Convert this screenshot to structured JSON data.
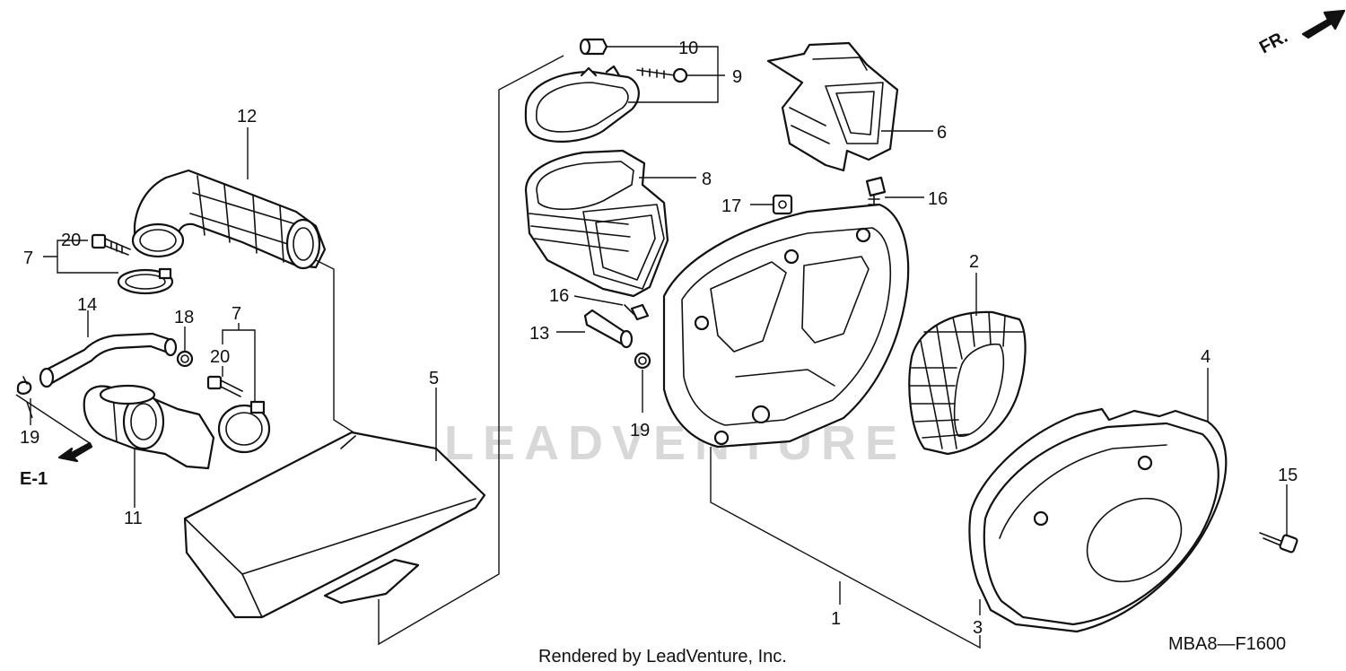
{
  "callouts": [
    "1",
    "2",
    "3",
    "4",
    "5",
    "6",
    "7",
    "8",
    "9",
    "10",
    "11",
    "12",
    "13",
    "14",
    "15",
    "16",
    "17",
    "18",
    "19",
    "20"
  ],
  "direction_marker": "FR.",
  "reference": "E-1",
  "watermark": "LEADVENTURE",
  "footer": "Rendered by LeadVenture, Inc.",
  "diagram_code": "MBA8—F1600"
}
